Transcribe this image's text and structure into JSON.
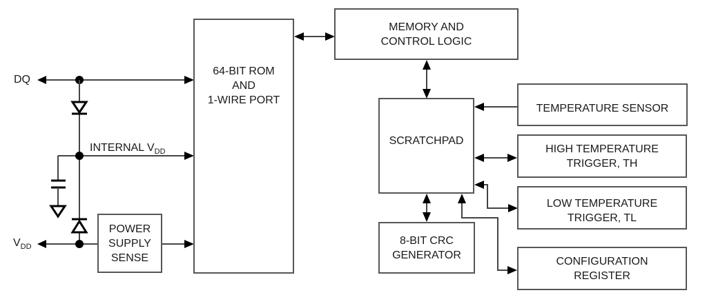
{
  "diagram": {
    "blocks": {
      "rom": {
        "lines": [
          "64-BIT ROM",
          "AND",
          "1-WIRE PORT"
        ]
      },
      "memory": {
        "lines": [
          "MEMORY AND",
          "CONTROL LOGIC"
        ]
      },
      "scratchpad": {
        "lines": [
          "SCRATCHPAD"
        ]
      },
      "temp_sensor": {
        "lines": [
          "TEMPERATURE SENSOR"
        ]
      },
      "high_trigger": {
        "lines": [
          "HIGH TEMPERATURE",
          "TRIGGER, TH"
        ]
      },
      "low_trigger": {
        "lines": [
          "LOW TEMPERATURE",
          "TRIGGER, TL"
        ]
      },
      "crc": {
        "lines": [
          "8-BIT CRC",
          "GENERATOR"
        ]
      },
      "config": {
        "lines": [
          "CONFIGURATION",
          "REGISTER"
        ]
      },
      "power_sense": {
        "lines": [
          "POWER",
          "SUPPLY",
          "SENSE"
        ]
      }
    },
    "pins": {
      "dq": "DQ",
      "vdd_main": "V",
      "vdd_sub": "DD",
      "internal_vdd_main": "INTERNAL V",
      "internal_vdd_sub": "DD"
    },
    "connections": [
      {
        "from": "DQ pin",
        "to": "64-BIT ROM AND 1-WIRE PORT",
        "type": "bidirectional"
      },
      {
        "from": "64-BIT ROM AND 1-WIRE PORT",
        "to": "MEMORY AND CONTROL LOGIC",
        "type": "bidirectional"
      },
      {
        "from": "MEMORY AND CONTROL LOGIC",
        "to": "SCRATCHPAD",
        "type": "bidirectional"
      },
      {
        "from": "TEMPERATURE SENSOR",
        "to": "SCRATCHPAD",
        "type": "unidirectional"
      },
      {
        "from": "SCRATCHPAD",
        "to": "HIGH TEMPERATURE TRIGGER, TH",
        "type": "bidirectional"
      },
      {
        "from": "SCRATCHPAD",
        "to": "LOW TEMPERATURE TRIGGER, TL",
        "type": "bidirectional"
      },
      {
        "from": "SCRATCHPAD",
        "to": "8-BIT CRC GENERATOR",
        "type": "bidirectional"
      },
      {
        "from": "SCRATCHPAD",
        "to": "CONFIGURATION REGISTER",
        "type": "bidirectional"
      },
      {
        "from": "INTERNAL VDD",
        "to": "64-BIT ROM AND 1-WIRE PORT",
        "type": "unidirectional"
      },
      {
        "from": "POWER SUPPLY SENSE",
        "to": "64-BIT ROM AND 1-WIRE PORT",
        "type": "unidirectional"
      },
      {
        "from": "VDD pin",
        "to": "POWER SUPPLY SENSE",
        "type": "line"
      }
    ]
  }
}
